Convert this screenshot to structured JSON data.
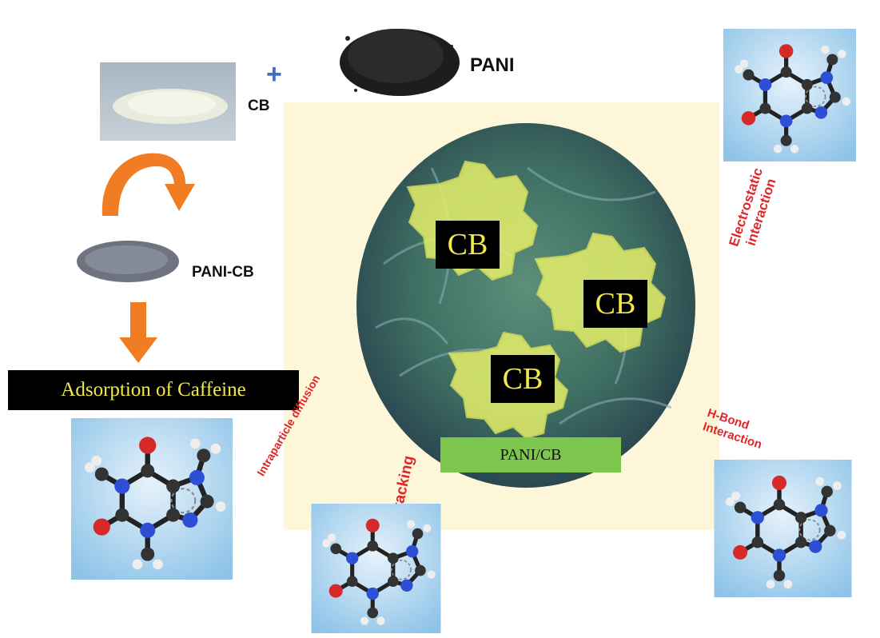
{
  "labels": {
    "cb": "CB",
    "plus": "+",
    "pani": "PANI",
    "pani_cb": "PANI-CB",
    "adsorption": "Adsorption of Caffeine",
    "composite": "PANI/CB",
    "cb_gear_1": "CB",
    "cb_gear_2": "CB",
    "cb_gear_3": "CB"
  },
  "interactions": {
    "electrostatic": "Electrostatic interaction",
    "intraparticle": "Intraparticle diffusion",
    "pi_pi": "Pi-Pi stacking",
    "h_bond_line1": "H-Bond",
    "h_bond_line2": "Interaction"
  },
  "colors": {
    "panel": "#fdf6d9",
    "arrow_orange": "#f07d24",
    "plus_blue": "#3f6fc8",
    "gear_yellow": "#e6f06a",
    "label_red": "#e0262a",
    "box_text_yellow": "#f2e94a",
    "green_box": "#7dc64d"
  },
  "icons": {
    "molecule": "caffeine-molecule-icon",
    "arrow_curved": "curved-arrow-icon",
    "arrow_down": "down-arrow-icon"
  }
}
